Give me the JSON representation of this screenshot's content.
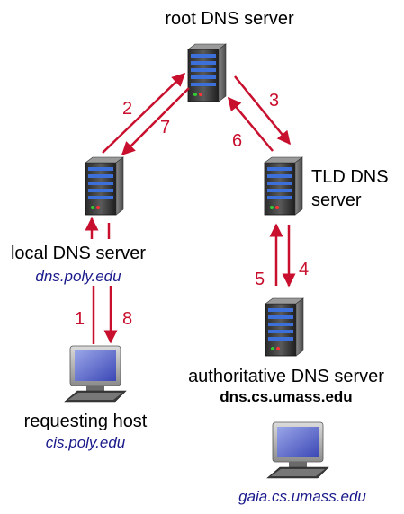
{
  "colors": {
    "arrow": "#c8102e",
    "hostname": "#1a1a8c",
    "text": "#000000"
  },
  "nodes": {
    "root": {
      "label": "root DNS server",
      "icon": "server-icon"
    },
    "tld": {
      "label_line1": "TLD DNS",
      "label_line2": "server",
      "icon": "server-icon"
    },
    "local": {
      "label": "local DNS server",
      "hostname": "dns.poly.edu",
      "icon": "server-icon"
    },
    "authoritative": {
      "label": "authoritative DNS server",
      "hostname": "dns.cs.umass.edu",
      "icon": "server-icon"
    },
    "requesting": {
      "label": "requesting host",
      "hostname": "cis.poly.edu",
      "icon": "computer-icon"
    },
    "gaia": {
      "hostname": "gaia.cs.umass.edu",
      "icon": "computer-icon"
    }
  },
  "steps": [
    "1",
    "2",
    "3",
    "4",
    "5",
    "6",
    "7",
    "8"
  ]
}
